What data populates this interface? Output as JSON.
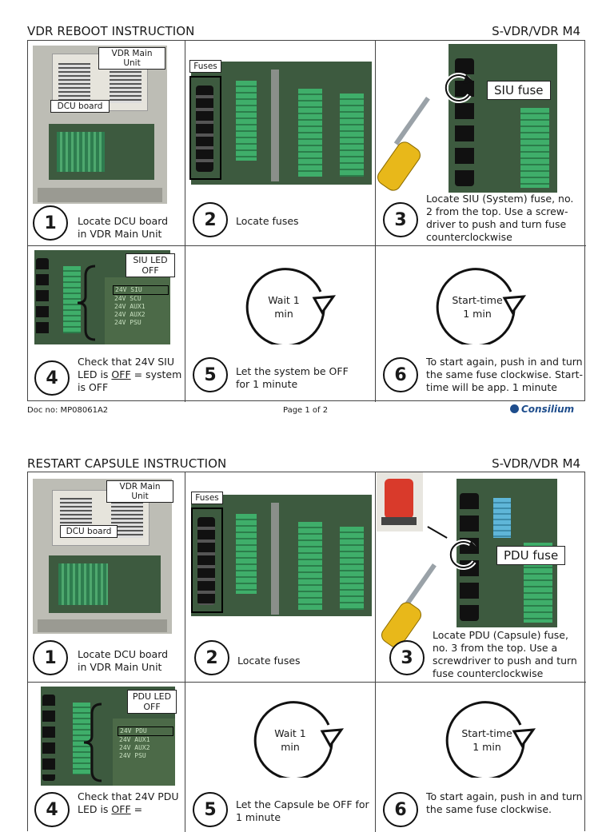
{
  "sheet1": {
    "title": "VDR REBOOT INSTRUCTION",
    "model": "S-VDR/VDR M4",
    "callouts": {
      "vdr_main_unit": "VDR Main Unit",
      "dcu_board": "DCU board",
      "fuses": "Fuses",
      "siu_fuse": "SIU fuse",
      "led_line1": "SIU LED",
      "led_line2": "OFF",
      "timer1_line1": "Wait 1",
      "timer1_line2": "min",
      "timer2_line1": "Start-time",
      "timer2_line2": "1 min"
    },
    "led_panel": [
      "24V SIU",
      "24V SCU",
      "24V AUX1",
      "24V AUX2",
      "24V PSU"
    ],
    "steps": [
      {
        "num": "1",
        "text": "Locate DCU board in VDR Main Unit"
      },
      {
        "num": "2",
        "text": "Locate fuses"
      },
      {
        "num": "3",
        "text": "Locate SIU (System) fuse, no. 2 from the top. Use a screw-driver to push and turn fuse counterclockwise"
      },
      {
        "num": "4",
        "pre": "Check that 24V SIU LED is ",
        "emph": "OFF",
        "post": " = system is OFF"
      },
      {
        "num": "5",
        "text": "Let the system be OFF for 1 minute"
      },
      {
        "num": "6",
        "text": "To start again, push in and turn the same fuse clockwise. Start-time will be app. 1 minute"
      }
    ],
    "footer": {
      "doc_no": "Doc no: MP08061A2",
      "page": "Page 1 of 2",
      "logo": "Consilium"
    }
  },
  "sheet2": {
    "title": "RESTART CAPSULE INSTRUCTION",
    "model": "S-VDR/VDR M4",
    "callouts": {
      "vdr_main_unit": "VDR Main Unit",
      "dcu_board": "DCU board",
      "fuses": "Fuses",
      "pdu_fuse": "PDU fuse",
      "led_line1": "PDU LED",
      "led_line2": "OFF",
      "timer1_line1": "Wait 1",
      "timer1_line2": "min",
      "timer2_line1": "Start-time",
      "timer2_line2": "1 min"
    },
    "led_panel": [
      "24V PDU",
      "24V AUX1",
      "24V AUX2",
      "24V PSU"
    ],
    "steps": [
      {
        "num": "1",
        "text": "Locate DCU board in VDR Main Unit"
      },
      {
        "num": "2",
        "text": "Locate fuses"
      },
      {
        "num": "3",
        "text": "Locate PDU (Capsule) fuse, no. 3 from the top. Use a screwdriver to push and turn fuse counterclockwise"
      },
      {
        "num": "4",
        "pre": "Check that 24V PDU LED is ",
        "emph": "OFF",
        "post": " ="
      },
      {
        "num": "5",
        "text": "Let the Capsule be OFF for 1 minute"
      },
      {
        "num": "6",
        "text": "To start again, push in and turn the same fuse clockwise."
      }
    ]
  },
  "colors": {
    "pcb": "#3d5a3f",
    "terminal": "#3fae6a",
    "screwdriver": "#e8b81a",
    "logo": "#1e4d8c",
    "capsule": "#d93a2b"
  }
}
